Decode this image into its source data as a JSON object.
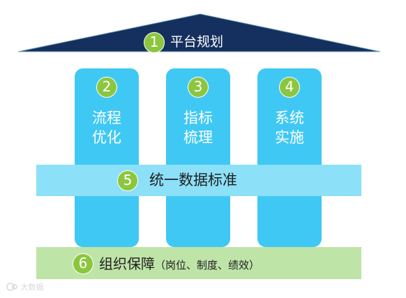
{
  "colors": {
    "roof": "#15305e",
    "pillar": "#40c8f4",
    "band": "#8ce0f8",
    "base": "#bfe4a8",
    "badge": "#8cc63f",
    "text_light": "#ffffff",
    "text_dark": "#1f1f1f"
  },
  "roof": {
    "number": "1",
    "title": "平台规划"
  },
  "pillars": [
    {
      "number": "2",
      "line1": "流程",
      "line2": "优化"
    },
    {
      "number": "3",
      "line1": "指标",
      "line2": "梳理"
    },
    {
      "number": "4",
      "line1": "系统",
      "line2": "实施"
    }
  ],
  "band": {
    "number": "5",
    "title": "统一数据标准"
  },
  "base": {
    "number": "6",
    "title": "组织保障",
    "subtitle": "（岗位、制度、绩效）"
  },
  "watermark": {
    "icon": "brand-logo-icon",
    "text": "大数据"
  }
}
